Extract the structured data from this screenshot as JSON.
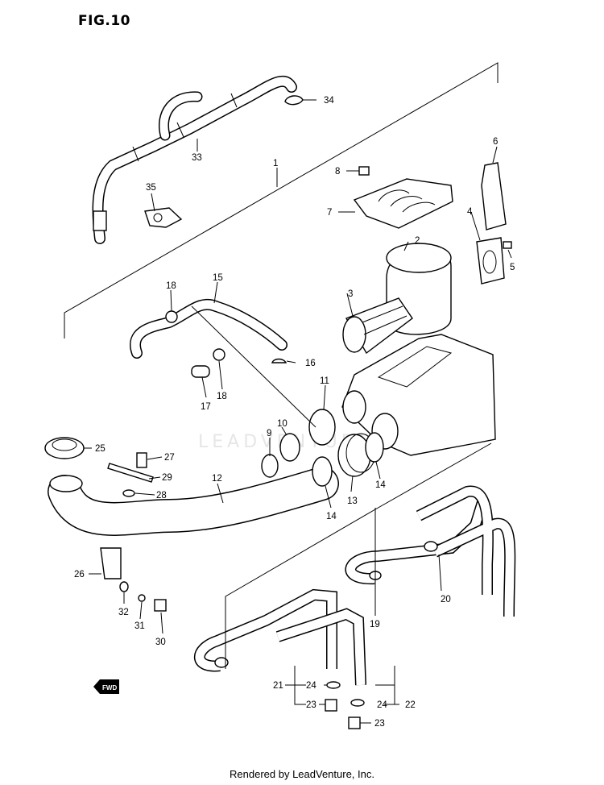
{
  "figure": {
    "title": "FIG.10"
  },
  "footer": {
    "text": "Rendered by LeadVenture, Inc."
  },
  "watermark": {
    "text": "LEADVENTURE"
  },
  "fwd_badge": {
    "text": "FWD"
  },
  "callouts": [
    {
      "id": "1",
      "label": "1"
    },
    {
      "id": "2",
      "label": "2"
    },
    {
      "id": "3",
      "label": "3"
    },
    {
      "id": "4",
      "label": "4"
    },
    {
      "id": "5",
      "label": "5"
    },
    {
      "id": "6",
      "label": "6"
    },
    {
      "id": "7",
      "label": "7"
    },
    {
      "id": "8",
      "label": "8"
    },
    {
      "id": "9",
      "label": "9"
    },
    {
      "id": "10",
      "label": "10"
    },
    {
      "id": "11",
      "label": "11"
    },
    {
      "id": "12",
      "label": "12"
    },
    {
      "id": "13",
      "label": "13"
    },
    {
      "id": "14a",
      "label": "14"
    },
    {
      "id": "14b",
      "label": "14"
    },
    {
      "id": "14c",
      "label": "14"
    },
    {
      "id": "15",
      "label": "15"
    },
    {
      "id": "16",
      "label": "16"
    },
    {
      "id": "17",
      "label": "17"
    },
    {
      "id": "18a",
      "label": "18"
    },
    {
      "id": "18b",
      "label": "18"
    },
    {
      "id": "19",
      "label": "19"
    },
    {
      "id": "20",
      "label": "20"
    },
    {
      "id": "21",
      "label": "21"
    },
    {
      "id": "22",
      "label": "22"
    },
    {
      "id": "23a",
      "label": "23"
    },
    {
      "id": "23b",
      "label": "23"
    },
    {
      "id": "24a",
      "label": "24"
    },
    {
      "id": "24b",
      "label": "24"
    },
    {
      "id": "25",
      "label": "25"
    },
    {
      "id": "26",
      "label": "26"
    },
    {
      "id": "27",
      "label": "27"
    },
    {
      "id": "28",
      "label": "28"
    },
    {
      "id": "29",
      "label": "29"
    },
    {
      "id": "30",
      "label": "30"
    },
    {
      "id": "31",
      "label": "31"
    },
    {
      "id": "32",
      "label": "32"
    },
    {
      "id": "33",
      "label": "33"
    },
    {
      "id": "34",
      "label": "34"
    },
    {
      "id": "35",
      "label": "35"
    }
  ]
}
